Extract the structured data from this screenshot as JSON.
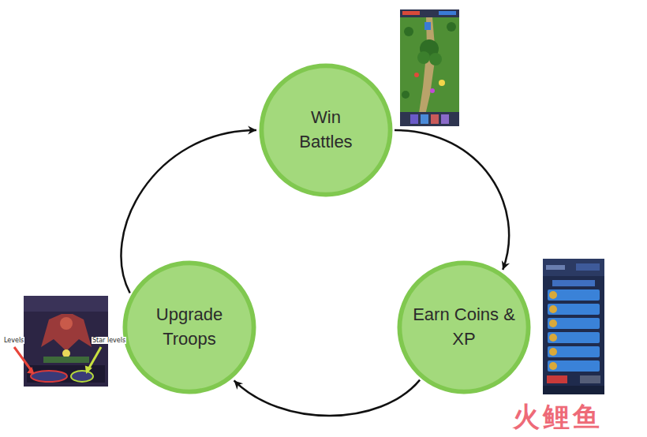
{
  "diagram": {
    "nodes": [
      {
        "text": [
          "Win Battles"
        ]
      },
      {
        "text": [
          "Upgrade Troops"
        ]
      },
      {
        "text": [
          "Earn Coins & XP"
        ]
      }
    ],
    "edges": [
      {
        "from": 0,
        "to": 2,
        "arrow": "to"
      },
      {
        "from": 2,
        "to": 1,
        "arrow": "to"
      },
      {
        "from": 1,
        "to": 0,
        "arrow": "to"
      }
    ],
    "labels": [
      "Levels",
      "Star levels",
      "火鲤鱼"
    ]
  }
}
